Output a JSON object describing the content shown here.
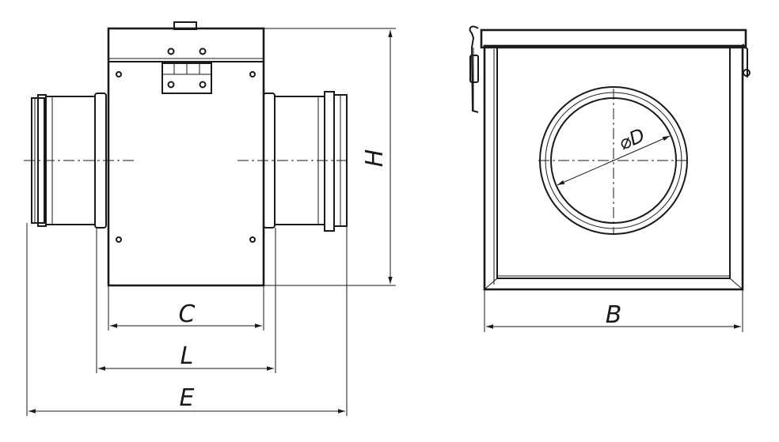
{
  "labels": {
    "c": "C",
    "l": "L",
    "e": "E",
    "h": "H",
    "b": "B",
    "d": "⌀D"
  },
  "colors": {
    "line": "#1a1a1a",
    "background": "#ffffff"
  }
}
